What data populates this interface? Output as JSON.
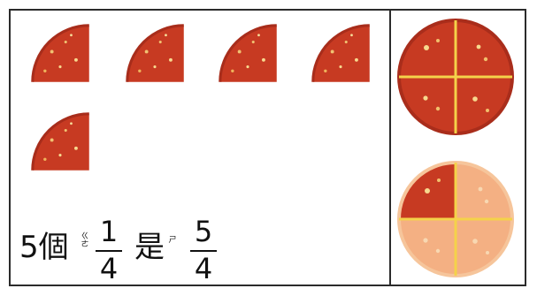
{
  "colors": {
    "border": "#2b2b2b",
    "pizza_red": "#c73a22",
    "pizza_red_dark": "#b22d1d",
    "pizza_light": "#f4b083",
    "pizza_light_edge": "#f6c59b",
    "crust_lines": "#f4d24a"
  },
  "left_panel": {
    "slice_count": 5
  },
  "equation": {
    "count_text": "5個",
    "ruby_ge": "ㄍㄜ",
    "fraction_one": {
      "numerator": "1",
      "denominator": "4"
    },
    "is_text": "是",
    "ruby_shi": "ㄕ",
    "fraction_result": {
      "numerator": "5",
      "denominator": "4"
    }
  },
  "right_panel": {
    "whole_pizza": {
      "pieces_total": 4,
      "pieces_highlighted": 4
    },
    "partial_pizza": {
      "pieces_total": 4,
      "pieces_highlighted": 1
    }
  }
}
